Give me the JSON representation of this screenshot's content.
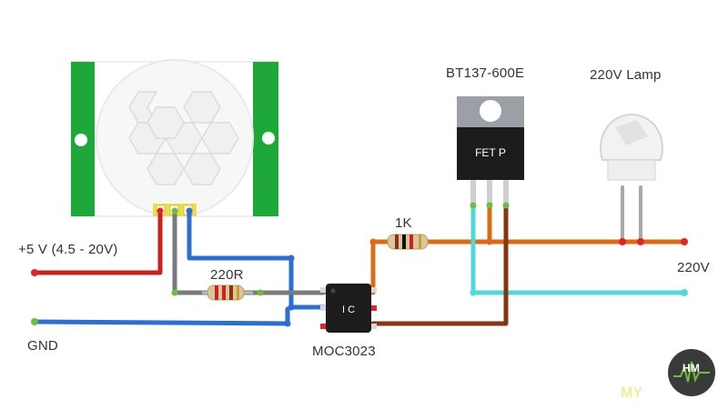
{
  "diagram": {
    "labels": {
      "supply": "+5 V (4.5 - 20V)",
      "ground": "GND",
      "resistor_220": "220R",
      "resistor_1k": "1K",
      "optocoupler": "MOC3023",
      "triac": "BT137-600E",
      "lamp": "220V Lamp",
      "mains": "220V"
    },
    "chip_marks": {
      "triac_marking": "FET P",
      "opto_marking": "I C"
    },
    "watermark": {
      "text": "MY",
      "logo_initials": "HM"
    },
    "wire_colors": {
      "supply": "#cc1f1f",
      "ground": "#2b6fd6",
      "signal": "#2b6fd6",
      "pir_out": "#7a7a7a",
      "gate": "#e06a13",
      "mt1": "#4fdada",
      "mt2": "#8a3312",
      "pin_dot": "#6bbf3a",
      "red_dot": "#e0262d"
    },
    "component_colors": {
      "pir_board": "#1ea83a",
      "pin_header": "#e8e044",
      "chip_body": "#1c1c1c",
      "triac_tab": "#9aa0a6",
      "resistor_body": "#d9c79a"
    }
  }
}
